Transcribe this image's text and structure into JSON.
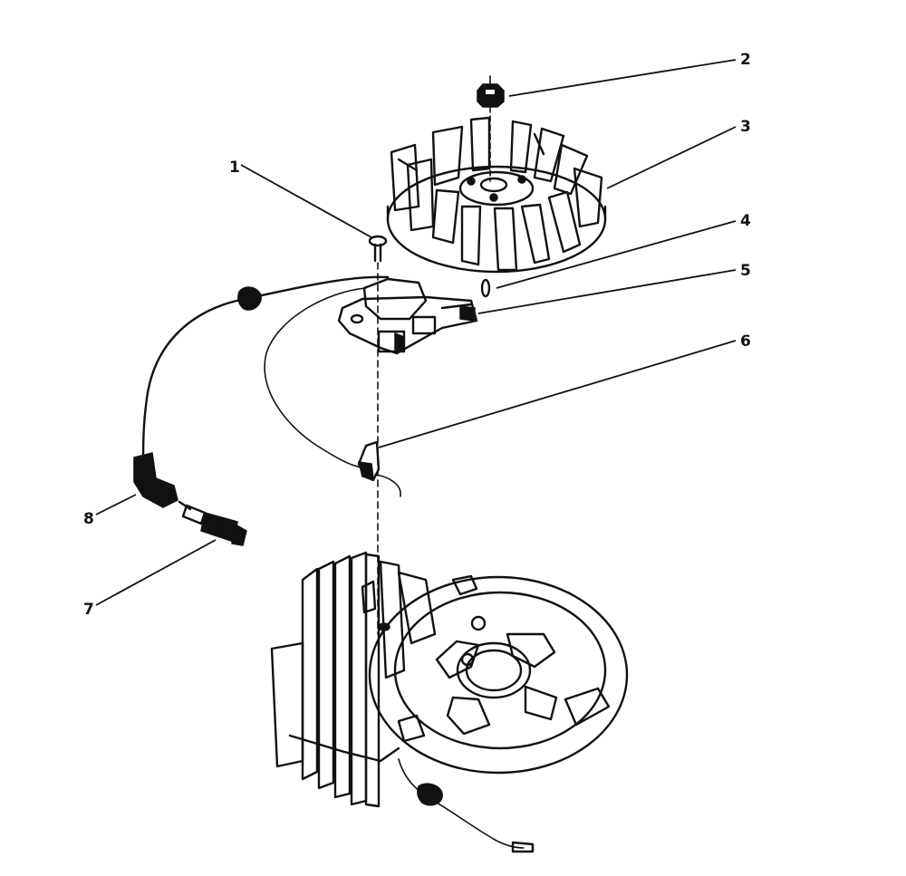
{
  "callouts": [
    {
      "id": "callout-1",
      "label": "1"
    },
    {
      "id": "callout-2",
      "label": "2"
    },
    {
      "id": "callout-3",
      "label": "3"
    },
    {
      "id": "callout-4",
      "label": "4"
    },
    {
      "id": "callout-5",
      "label": "5"
    },
    {
      "id": "callout-6",
      "label": "6"
    },
    {
      "id": "callout-7",
      "label": "7"
    },
    {
      "id": "callout-8",
      "label": "8"
    }
  ],
  "colors": {
    "ink": "#111111",
    "background": "#ffffff"
  }
}
